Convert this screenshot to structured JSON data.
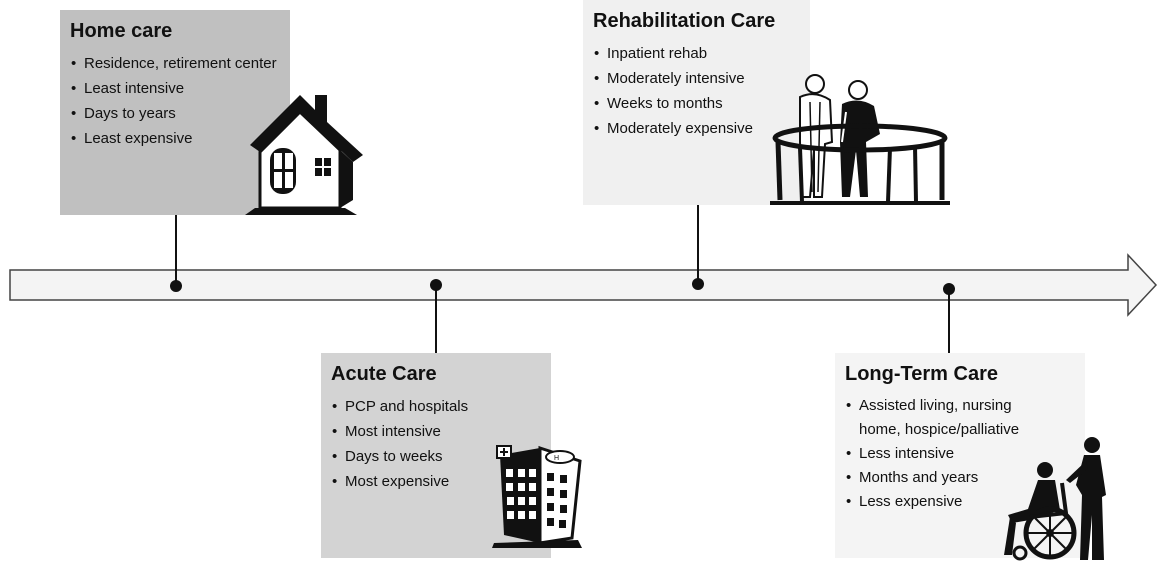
{
  "stages": [
    {
      "id": "home",
      "title": "Home care",
      "items": [
        "Residence, retirement center",
        "Least intensive",
        "Days to years",
        "Least expensive"
      ],
      "icon": "house-icon"
    },
    {
      "id": "acute",
      "title": "Acute Care",
      "items": [
        "PCP and hospitals",
        "Most intensive",
        "Days to weeks",
        "Most expensive"
      ],
      "icon": "hospital-icon"
    },
    {
      "id": "rehab",
      "title": "Rehabilitation Care",
      "items": [
        "Inpatient rehab",
        "Moderately intensive",
        "Weeks to months",
        "Moderately expensive"
      ],
      "icon": "rehab-walker-icon"
    },
    {
      "id": "ltc",
      "title": "Long-Term Care",
      "items": [
        "Assisted living, nursing home, hospice/palliative",
        "Less intensive",
        "Months and years",
        "Less expensive"
      ],
      "icon": "wheelchair-caregiver-icon"
    }
  ],
  "colors": {
    "home_box": "#c0c0c0",
    "acute_box": "#d3d3d3",
    "rehab_box": "#f0f0f0",
    "ltc_box": "#f4f4f4",
    "arrow_fill": "#f4f4f4",
    "line": "#111111"
  }
}
